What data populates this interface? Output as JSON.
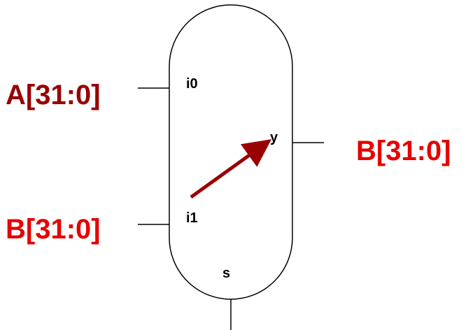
{
  "mux": {
    "ports": {
      "i0": "i0",
      "i1": "i1",
      "y": "y",
      "s": "s"
    },
    "selected_input": "i1"
  },
  "signals": {
    "input_top": {
      "text": "A[31:0]",
      "color": "#990000"
    },
    "input_bottom": {
      "text": "B[31:0]",
      "color": "#e60000"
    },
    "output": {
      "text": "B[31:0]",
      "color": "#e60000"
    }
  },
  "colors": {
    "arrow": "#990000",
    "outline": "#000000"
  }
}
